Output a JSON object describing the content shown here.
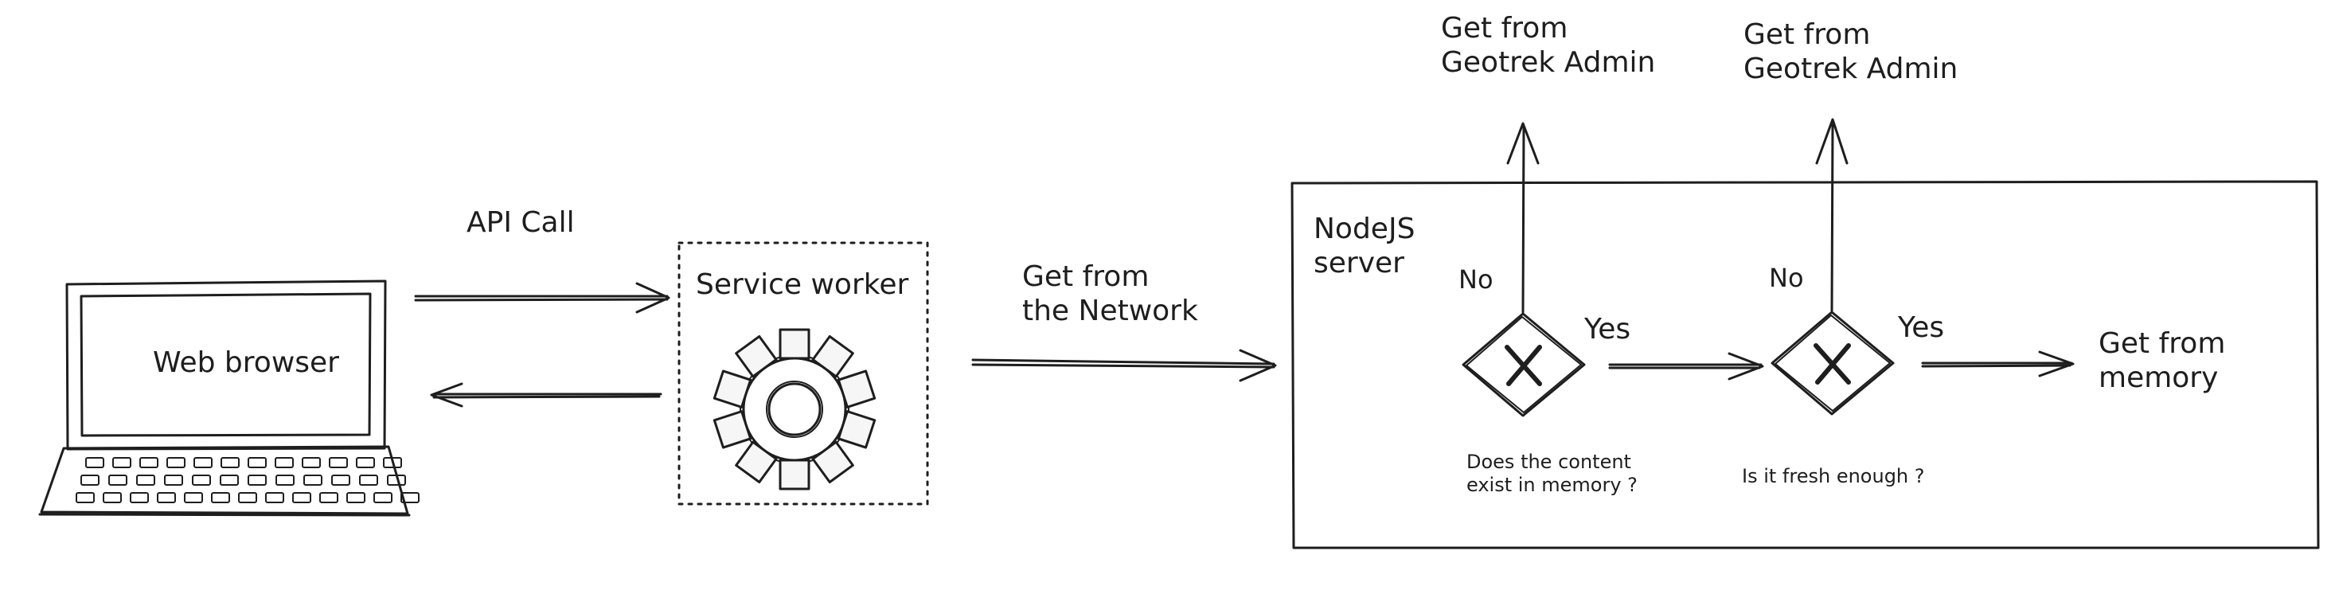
{
  "labels": {
    "api_call": "API Call",
    "web_browser": "Web browser",
    "service_worker": "Service worker",
    "get_from_network": "Get from\nthe Network",
    "nodejs_server": "NodeJS\nserver",
    "get_admin_1": "Get from\nGeotrek Admin",
    "get_admin_2": "Get from\nGeotrek Admin",
    "no_1": "No",
    "no_2": "No",
    "yes_1": "Yes",
    "yes_2": "Yes",
    "get_from_memory": "Get from\nmemory",
    "question_1": "Does the content\nexist in memory ?",
    "question_2": "Is it fresh enough ?"
  },
  "colors": {
    "stroke": "#1e1e1e",
    "background": "#ffffff"
  }
}
